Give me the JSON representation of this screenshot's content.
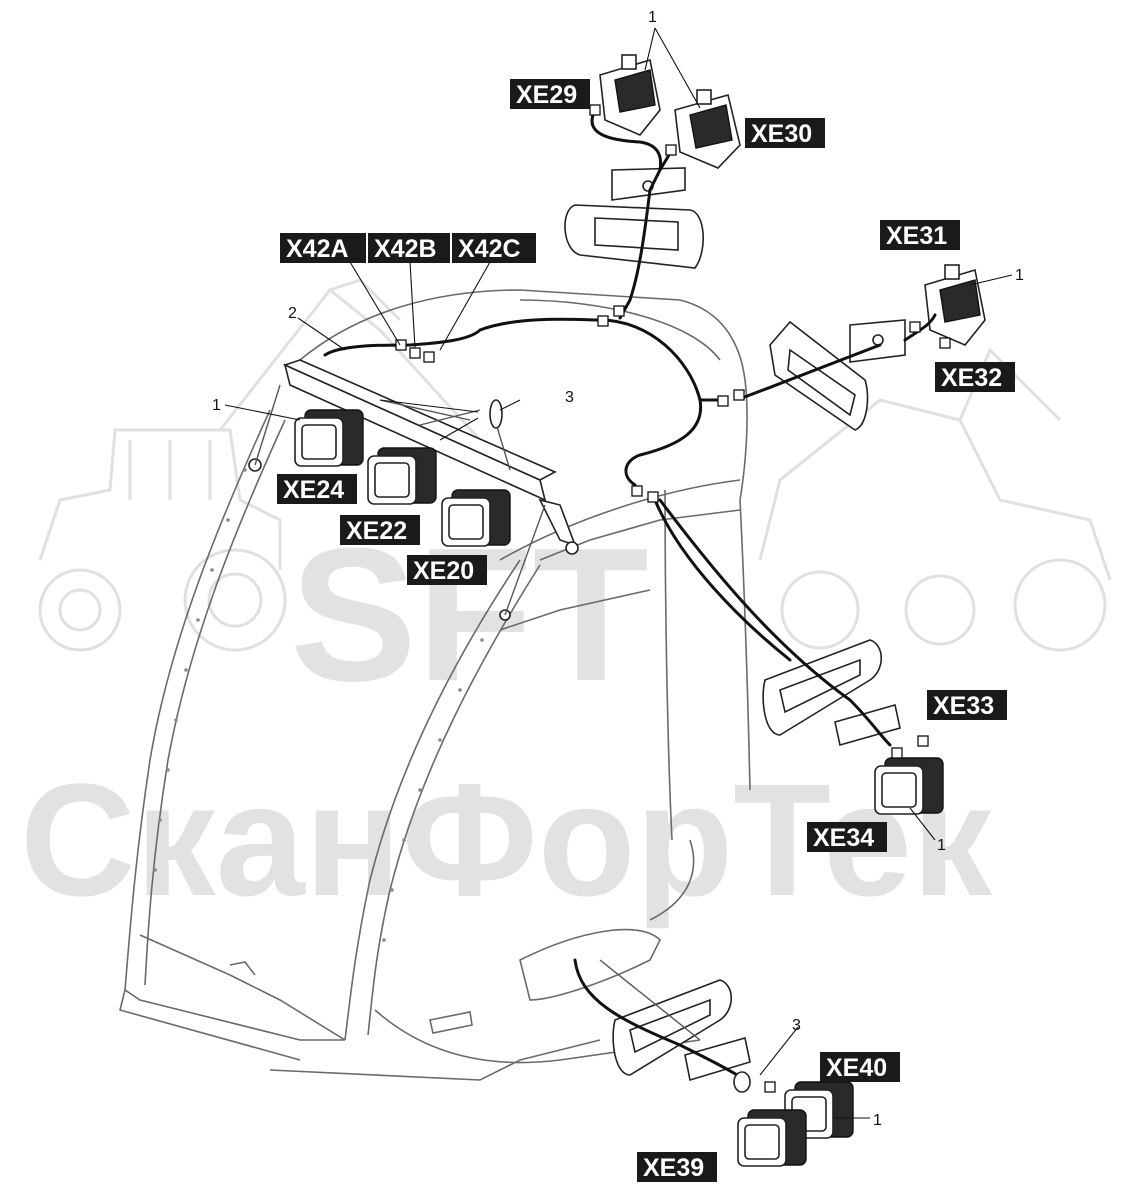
{
  "watermark": {
    "logo_text": "SFT",
    "company_text": "СканФорТек"
  },
  "connector_labels": [
    {
      "id": "XE29",
      "text": "XE29"
    },
    {
      "id": "XE30",
      "text": "XE30"
    },
    {
      "id": "XE31",
      "text": "XE31"
    },
    {
      "id": "XE32",
      "text": "XE32"
    },
    {
      "id": "X42A",
      "text": "X42A"
    },
    {
      "id": "X42B",
      "text": "X42B"
    },
    {
      "id": "X42C",
      "text": "X42C"
    },
    {
      "id": "XE24",
      "text": "XE24"
    },
    {
      "id": "XE22",
      "text": "XE22"
    },
    {
      "id": "XE20",
      "text": "XE20"
    },
    {
      "id": "XE33",
      "text": "XE33"
    },
    {
      "id": "XE34",
      "text": "XE34"
    },
    {
      "id": "XE40",
      "text": "XE40"
    },
    {
      "id": "XE39",
      "text": "XE39"
    }
  ],
  "callouts": [
    {
      "id": "c1-top",
      "text": "1"
    },
    {
      "id": "c1-xe31",
      "text": "1"
    },
    {
      "id": "c2",
      "text": "2"
    },
    {
      "id": "c3-mid",
      "text": "3"
    },
    {
      "id": "c1-left",
      "text": "1"
    },
    {
      "id": "c1-xe34",
      "text": "1"
    },
    {
      "id": "c3-bottom",
      "text": "3"
    },
    {
      "id": "c1-bottom",
      "text": "1"
    }
  ]
}
